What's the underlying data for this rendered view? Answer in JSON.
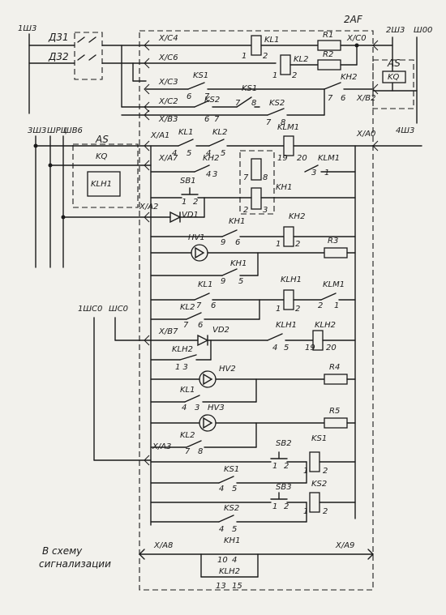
{
  "buses": {
    "ш3_1": "1Ш3",
    "2af": "2AF",
    "ш3_2": "2Ш3",
    "ш00": "Ш00",
    "ш3_3": "3Ш3",
    "шрц": "ШРЦ",
    "шв6": "ШВ6",
    "ш3_4": "4Ш3",
    "шс0_1": "1ШС0",
    "шс0": "ШС0"
  },
  "devices": {
    "d31": "Д31",
    "d32": "Д32",
    "kl1": "KL1",
    "kl2": "KL2",
    "r1": "R1",
    "r2": "R2",
    "ks1": "KS1",
    "ks2": "KS2",
    "kh2": "KH2",
    "as": "AS",
    "kq": "KQ",
    "klh1": "KLH1",
    "klm1": "KLM1",
    "kh1": "KH1",
    "sb1": "SB1",
    "vd1": "VD1",
    "hv1": "HV1",
    "r3": "R3",
    "vd2": "VD2",
    "klh2": "KLH2",
    "hv2": "HV2",
    "r4": "R4",
    "hv3": "HV3",
    "r5": "R5",
    "sb2": "SB2",
    "sb3": "SB3"
  },
  "terminals": {
    "c4": "X/C4",
    "c6": "X/C6",
    "c3": "X/C3",
    "c2": "X/C2",
    "b3": "X/B3",
    "c0": "X/C0",
    "b2": "X/B2",
    "a1": "X/A1",
    "a7": "X/A7",
    "a2": "X/A2",
    "a0": "X/A0",
    "b7": "X/B7",
    "a3": "X/A3",
    "a8": "X/A8",
    "a9": "X/A9"
  },
  "pins": {
    "p1": "1",
    "p2": "2",
    "p3": "3",
    "p4": "4",
    "p5": "5",
    "p6": "6",
    "p7": "7",
    "p8": "8",
    "p9": "9",
    "p10": "10",
    "p13": "13",
    "p15": "15",
    "p19": "19",
    "p20": "20",
    "p1_3": "1 3"
  },
  "caption": {
    "line1": "В схему",
    "line2": "сигнализации"
  }
}
